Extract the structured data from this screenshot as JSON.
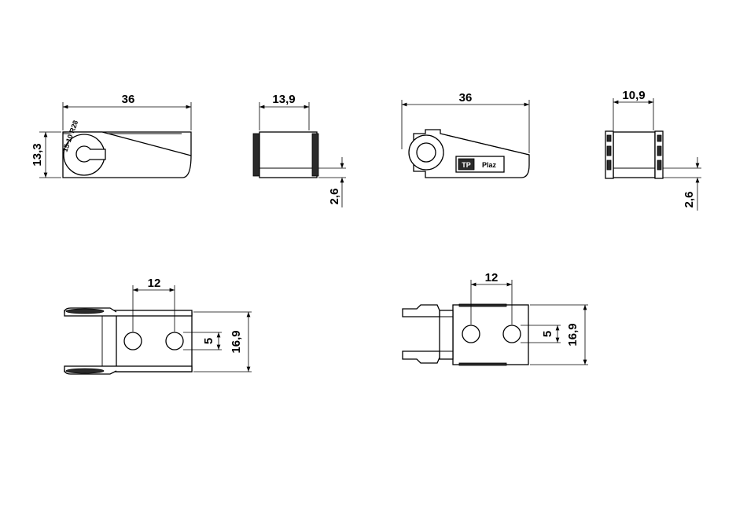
{
  "views": {
    "side_left": {
      "width_label": "36",
      "height_label": "13,3",
      "marking_text": "15-10 R28"
    },
    "front_left": {
      "width_label": "13,9",
      "thickness_label": "2,6"
    },
    "side_right": {
      "width_label": "36",
      "logo_text": "Plaz"
    },
    "front_right": {
      "width_label": "10,9",
      "thickness_label": "2,6"
    },
    "top_left": {
      "pitch_label": "12",
      "hole_label": "5",
      "width_label": "16,9"
    },
    "top_right": {
      "pitch_label": "12",
      "hole_label": "5",
      "width_label": "16,9"
    }
  },
  "colors": {
    "line": "#000000",
    "background": "#ffffff"
  }
}
